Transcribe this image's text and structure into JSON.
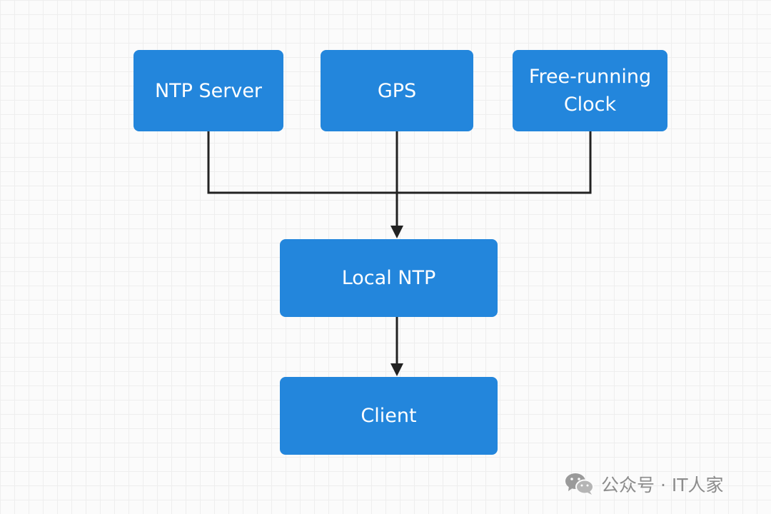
{
  "diagram": {
    "nodes": {
      "ntp_server": "NTP Server",
      "gps": "GPS",
      "free_running_clock": "Free-running Clock",
      "local_ntp": "Local NTP",
      "client": "Client"
    },
    "edges": [
      {
        "from": "NTP Server",
        "to": "Local NTP"
      },
      {
        "from": "GPS",
        "to": "Local NTP"
      },
      {
        "from": "Free-running Clock",
        "to": "Local NTP"
      },
      {
        "from": "Local NTP",
        "to": "Client"
      }
    ],
    "colors": {
      "node_fill": "#2386dc",
      "node_text": "#ffffff",
      "connector": "#222222",
      "background": "#fbfbfb"
    }
  },
  "watermark": {
    "text": "公众号 · IT人家",
    "icon": "wechat-icon"
  }
}
